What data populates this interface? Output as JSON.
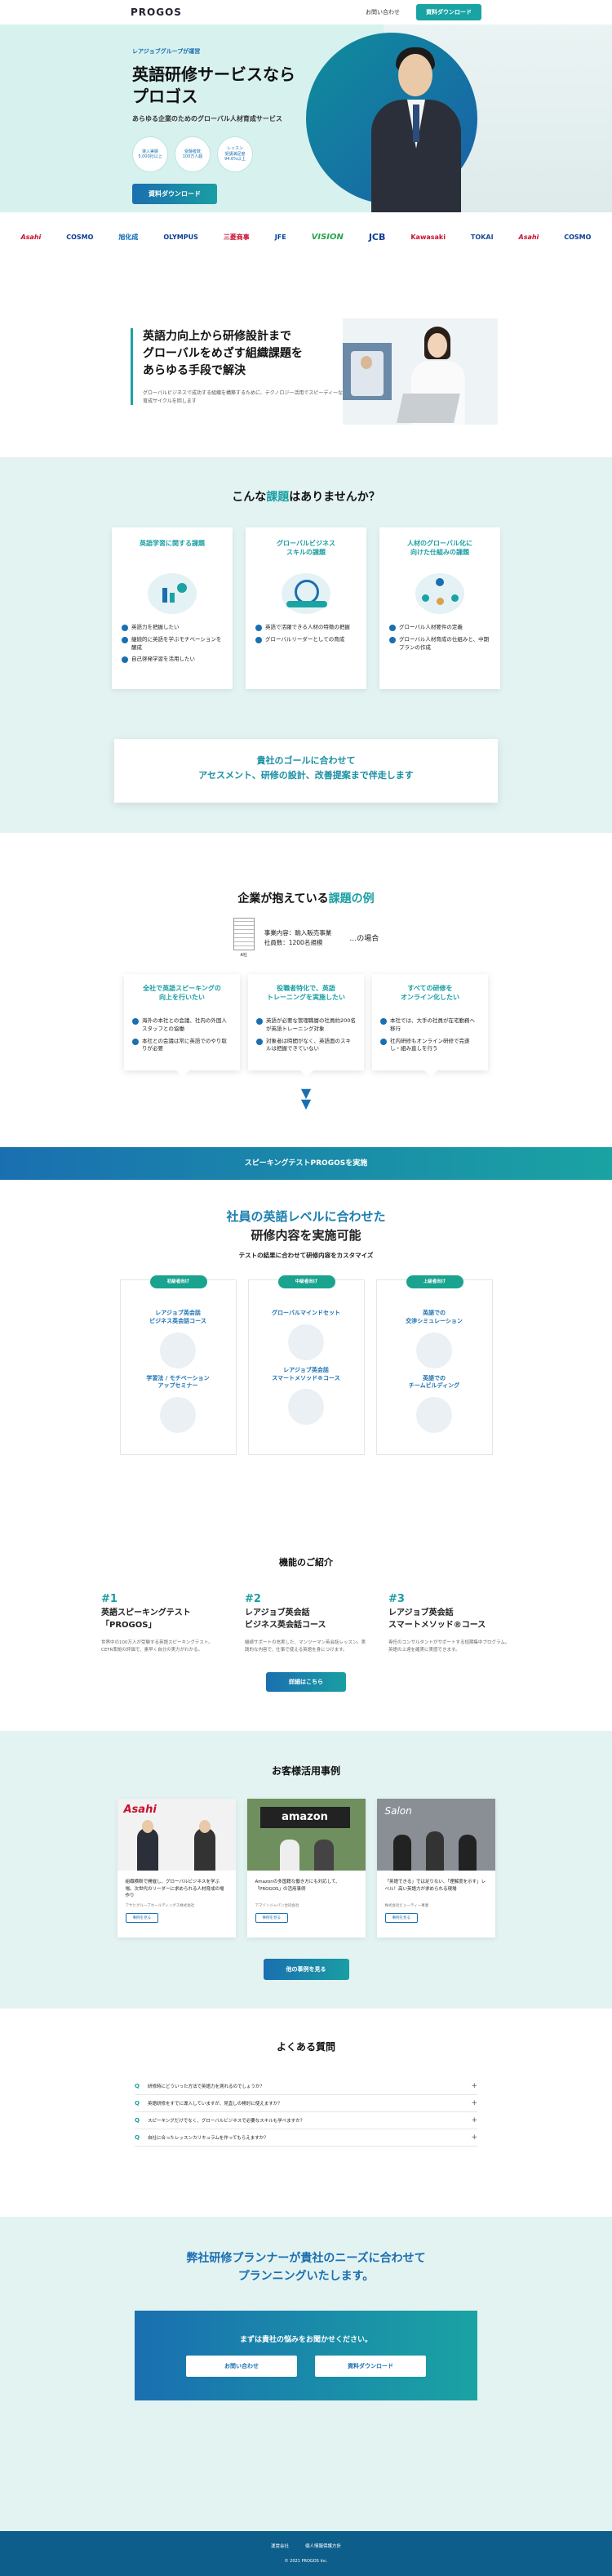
{
  "header": {
    "logo": "PROGOS",
    "contact_link": "お問い合わせ",
    "download_button": "資料ダウンロード"
  },
  "hero": {
    "tag": "レアジョブグループが運営",
    "title_line1": "英語研修サービスなら",
    "title_line2": "プロゴス",
    "subtitle": "あらゆる企業のためのグローバル人材育成サービス",
    "badges": [
      "導入実績\n5,000社以上",
      "受験者数\n100万人超",
      "レッスン\n受講満足度\n94.6%以上"
    ],
    "cta": "資料ダウンロード"
  },
  "logos": [
    "Asahi",
    "COSMO",
    "旭化成",
    "OLYMPUS",
    "三菱商事",
    "JFE",
    "VISION",
    "JCB",
    "Kawasaki",
    "TOKAI",
    "Asahi",
    "COSMO"
  ],
  "intro": {
    "title_line1": "英語力向上から研修設計まで",
    "title_line2": "グローバルをめざす組織課題を",
    "title_line3": "あらゆる手段で解決",
    "desc": "グローバルビジネスで成功する組織を構築するために、テクノロジー活用でスピーディーな育成サイクルを回します"
  },
  "problems": {
    "title_pre": "こんな",
    "title_hl": "課題",
    "title_post": "はありませんか？",
    "cards": [
      {
        "title": "英語学習に関する課題",
        "items": [
          "英語力を把握したい",
          "継続的に英語を学ぶモチベーションを醸成",
          "自己啓発学習を活用したい"
        ]
      },
      {
        "title": "グローバルビジネス\nスキルの課題",
        "items": [
          "英語で活躍できる人材の特徴の把握",
          "グローバルリーダーとしての育成"
        ]
      },
      {
        "title": "人材のグローバル化に\n向けた仕組みの課題",
        "items": [
          "グローバル人材要件の定義",
          "グローバル人材育成の仕組みと、中期プランの作成"
        ]
      }
    ],
    "goal_line1": "貴社のゴールに合わせて",
    "goal_line2": "アセスメント、研修の設計、改善提案まで伴走します"
  },
  "examples": {
    "title_pre": "企業が抱えている",
    "title_hl": "課題の例",
    "building_label": "A社",
    "company_business": "事業内容：輸入販売事業",
    "company_employees": "社員数：1200名規模",
    "case_suffix": "…の場合",
    "cards": [
      {
        "title": "全社で英語スピーキングの\n向上を行いたい",
        "items": [
          "海外の本社との会議、社内の外国人スタッフとの協働",
          "本社との会議は常に英語でのやり取りが必要"
        ]
      },
      {
        "title": "役職者特化で、英語\nトレーニングを実施したい",
        "items": [
          "英語が必要な管理職層の社員約200名が英語トレーニング対象",
          "対象者は時間がなく、英語面のスキルは把握できていない"
        ]
      },
      {
        "title": "すべての研修を\nオンライン化したい",
        "items": [
          "本社では、大手の社員が在宅勤務へ移行",
          "社内研修もオンライン研修で完遂し・組み直しを行う"
        ]
      }
    ]
  },
  "banner": "スピーキングテストPROGOSを実施",
  "levels": {
    "title_line1": "社員の英語レベルに合わせた",
    "title_line2": "研修内容を実施可能",
    "subtitle": "テストの結果に合わせて研修内容をカスタマイズ",
    "cards": [
      {
        "pill": "初級者向け",
        "course1": "レアジョブ英会話\nビジネス英会話コース",
        "course2": "学習法 / モチベーション\nアップセミナー"
      },
      {
        "pill": "中級者向け",
        "course1": "グローバルマインドセット",
        "course2": "レアジョブ英会話\nスマートメソッド®コース"
      },
      {
        "pill": "上級者向け",
        "course1": "英語での\n交渉シミュレーション",
        "course2": "英語での\nチームビルディング"
      }
    ]
  },
  "features": {
    "title": "機能のご紹介",
    "items": [
      {
        "num": "#1",
        "title": "英語スピーキングテスト\n「PROGOS」",
        "desc": "世界中の100万人が受験する英語スピーキングテスト。CEFR準拠の評価で、素早く自分の実力がわかる。"
      },
      {
        "num": "#2",
        "title": "レアジョブ英会話\nビジネス英会話コース",
        "desc": "継続サポートの充実した、マンツーマン英会話レッスン。実践的な内容で、仕事で使える英語を身につけます。"
      },
      {
        "num": "#3",
        "title": "レアジョブ英会話\nスマートメソッド®コース",
        "desc": "専任のコンサルタントがサポートする短期集中プログラム。英語の上達を確実に実感できます。"
      }
    ],
    "button": "詳細はこちら"
  },
  "cases": {
    "title": "お客様活用事例",
    "items": [
      {
        "brand": "Asahi",
        "text": "組織横断で開催し、グローバルビジネスを学ぶ場。次世代のリーダーに求められる人材育成の場作り",
        "company": "アサヒグループホールディングス株式会社",
        "link": "事例を見る"
      },
      {
        "brand": "amazon",
        "text": "Amazonの多国籍な働き方にも対応して、「PROGOS」の活用事例",
        "company": "アマゾンジャパン合同会社",
        "link": "事例を見る"
      },
      {
        "brand": "Salon",
        "text": "「英語できる」では足りない、「理解度を示す」レベル！高い英語力が求められる現場",
        "company": "株式会社ビューティー事業",
        "link": "事例を見る"
      }
    ],
    "button": "他の事例を見る"
  },
  "faq": {
    "title": "よくある質問",
    "q_mark": "Q",
    "plus": "+",
    "items": [
      "研修時にどういった方法で英語力を測れるのでしょうか？",
      "英語研修をすでに導入していますが、見直しの検討に使えますか？",
      "スピーキングだけでなく、グローバルビジネスで必要なスキルも学べますか？",
      "自社に合ったレッスンカリキュラムを作ってもらえますか？"
    ]
  },
  "contact": {
    "title_line1": "弊社研修プランナーが貴社のニーズに合わせて",
    "title_line2": "プランニングいたします。",
    "box_title": "まずは貴社の悩みをお聞かせください。",
    "inquiry_button": "お問い合わせ",
    "download_button": "資料ダウンロード"
  },
  "footer": {
    "links": [
      "運営会社",
      "個人情報保護方針"
    ],
    "copyright": "© 2021 PROGOS Inc."
  }
}
